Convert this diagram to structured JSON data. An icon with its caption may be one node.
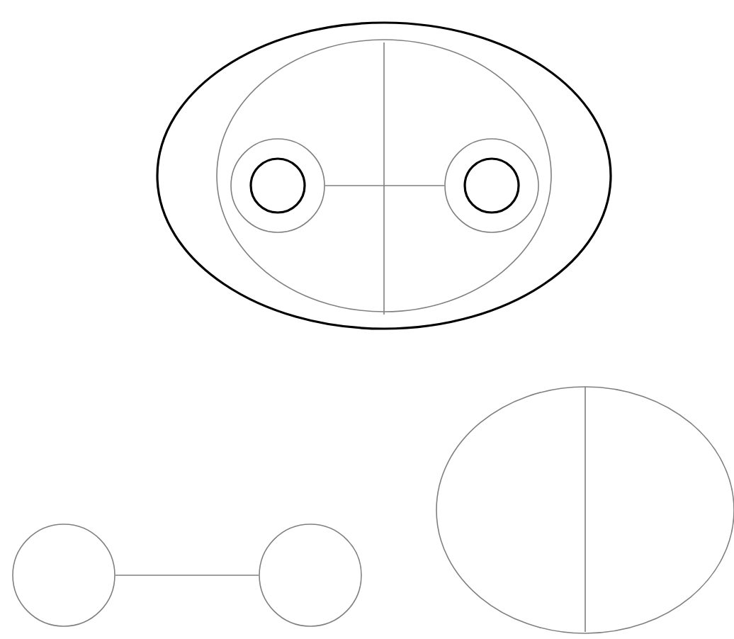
{
  "diagram": {
    "nodes": [
      {
        "text": [],
        "shape": "ellipse"
      },
      {
        "text": [],
        "shape": "ellipse",
        "in": 0
      },
      {
        "text": [],
        "shape": "circle",
        "in": 1
      },
      {
        "text": [],
        "shape": "circle",
        "in": 2
      },
      {
        "text": [],
        "shape": "circle",
        "in": 1
      },
      {
        "text": [],
        "shape": "circle",
        "in": 4
      },
      {
        "text": [],
        "shape": "circle"
      },
      {
        "text": [],
        "shape": "circle"
      },
      {
        "text": [],
        "shape": "ellipse"
      }
    ],
    "edges": [
      {
        "from": 2,
        "to": 4,
        "arrow": "none"
      },
      {
        "from": 6,
        "to": 7,
        "arrow": "none"
      }
    ]
  }
}
